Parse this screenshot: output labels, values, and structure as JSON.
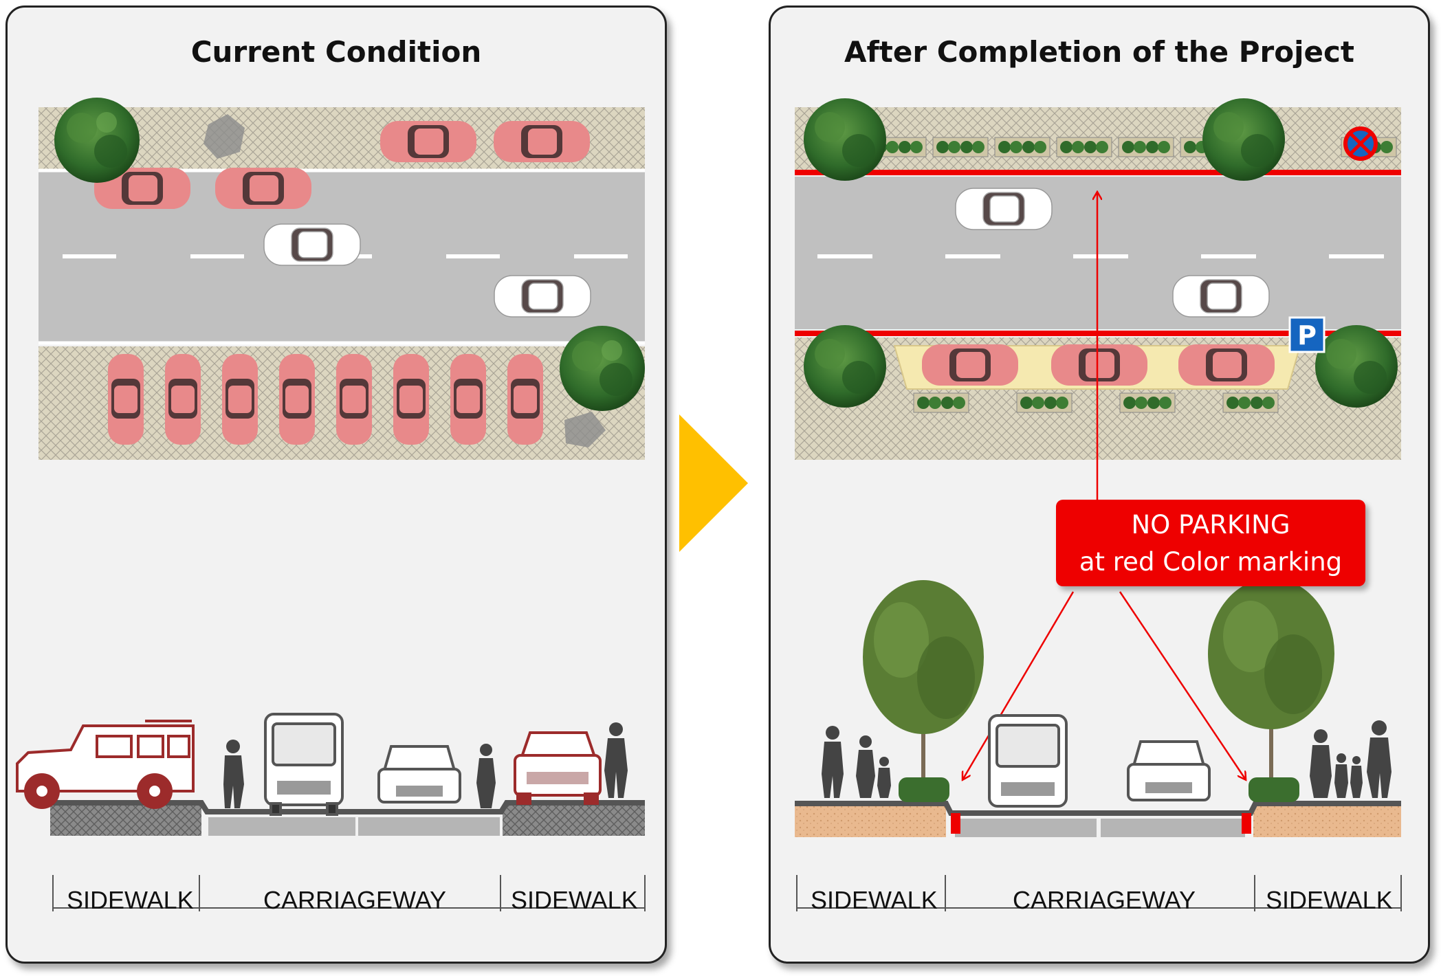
{
  "panels": {
    "current": {
      "title": "Current Condition",
      "section_labels": {
        "sidewalk_left": "SIDEWALK",
        "carriageway": "CARRIAGEWAY",
        "sidewalk_right": "SIDEWALK"
      }
    },
    "after": {
      "title": "After Completion of the Project",
      "section_labels": {
        "sidewalk_left": "SIDEWALK",
        "carriageway": "CARRIAGEWAY",
        "sidewalk_right": "SIDEWALK"
      },
      "callout": {
        "line1": "NO PARKING",
        "line2": "at red Color marking"
      },
      "parking_sign": "P"
    }
  },
  "colors": {
    "panel_bg": "#f2f2f2",
    "road": "#c0c0c0",
    "paving": "#dcd6c0",
    "parked_car": "#e8898a",
    "moving_car": "#ffffff",
    "no_parking_red": "#ee0000",
    "arrow_yellow": "#ffc000",
    "parking_sign_blue": "#1565c0",
    "tree_green": "#2f6b2a",
    "bay_yellow": "#f5e9b0"
  },
  "icons": [
    "tree-icon",
    "car-icon",
    "bus-icon",
    "suv-icon",
    "pedestrian-icon",
    "no-stopping-sign-icon",
    "parking-sign-icon",
    "next-arrow-icon"
  ]
}
